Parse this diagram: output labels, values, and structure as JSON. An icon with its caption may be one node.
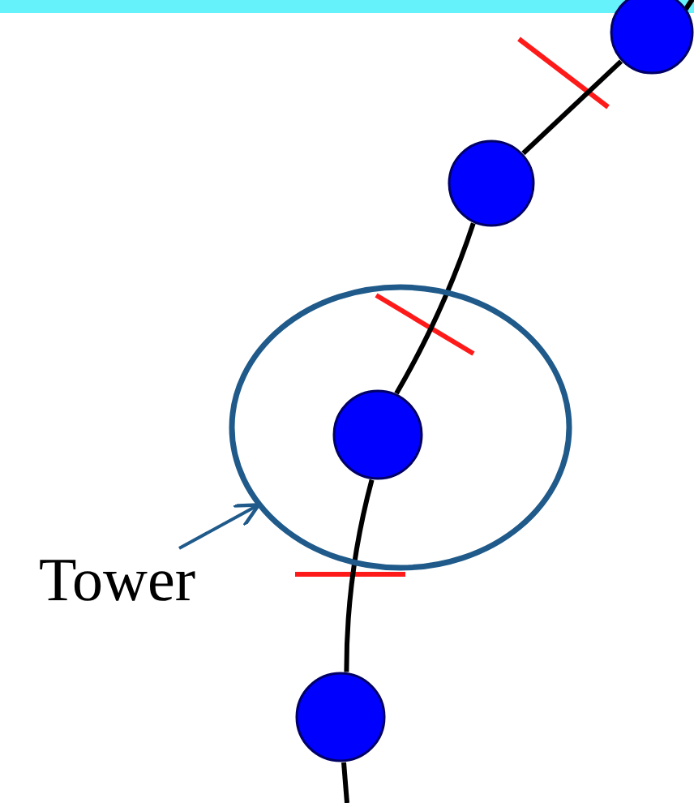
{
  "diagram": {
    "nodes": [
      {
        "text": [],
        "shape": "circle"
      },
      {
        "text": [],
        "shape": "circle"
      },
      {
        "text": [],
        "shape": "ellipse"
      },
      {
        "text": [],
        "shape": "circle",
        "in": 2
      },
      {
        "text": [
          "Tower"
        ]
      },
      {
        "text": [],
        "shape": "circle"
      }
    ],
    "edges": [
      {
        "from": 0,
        "to": 1,
        "arrow": "none"
      },
      {
        "from": 1,
        "to": 3,
        "arrow": "none"
      },
      {
        "from": 3,
        "to": 5,
        "arrow": "none"
      },
      {
        "from": 4,
        "to": 2,
        "arrow": "to",
        "color": "#1f5a8a"
      }
    ]
  }
}
